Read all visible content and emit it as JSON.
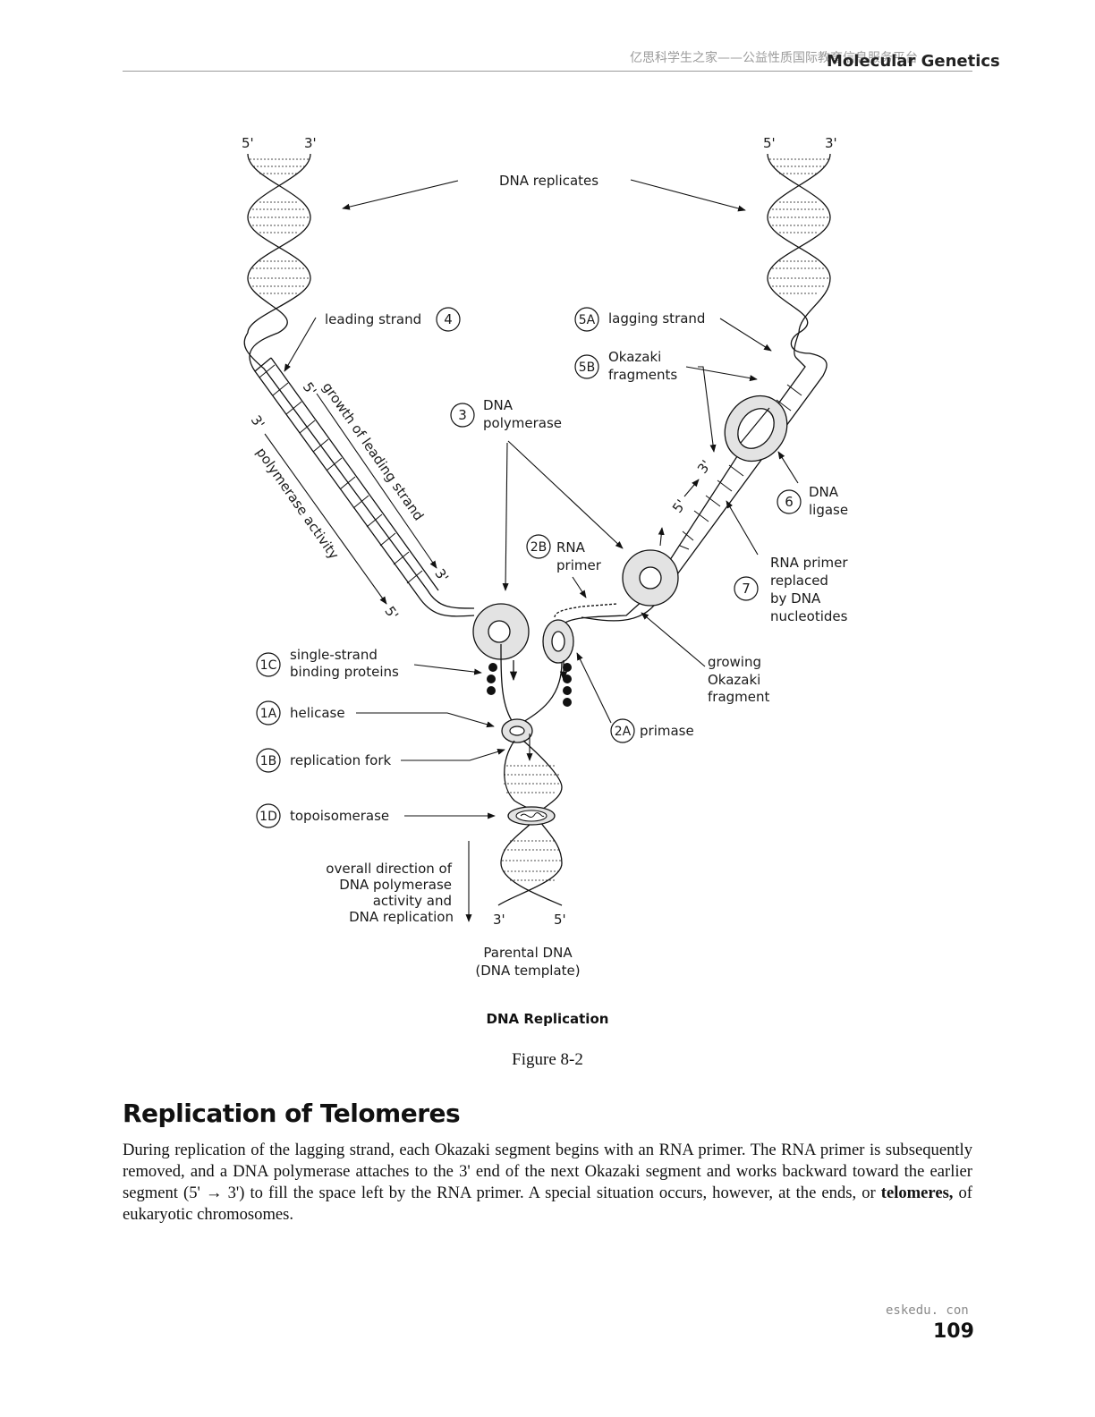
{
  "header": {
    "watermark": "亿思科学生之家——公益性质国际教育信息服务平台",
    "section": "Molecular Genetics"
  },
  "figure": {
    "strand_ends": {
      "top_left_5": "5'",
      "top_left_3": "3'",
      "top_right_5": "5'",
      "top_right_3": "3'",
      "bottom_3": "3'",
      "bottom_5": "5'",
      "lead_5": "5'",
      "lead_3_end": "3'",
      "poly_3": "3'",
      "poly_5_end": "5'",
      "lag_5": "5'",
      "lag_3": "3'"
    },
    "dna_replicates": "DNA replicates",
    "leading_strand": "leading strand",
    "growth_leading": "growth of leading strand",
    "polymerase_activity": "polymerase activity",
    "dna_polymerase": [
      "DNA",
      "polymerase"
    ],
    "lagging_strand": "lagging strand",
    "okazaki": [
      "Okazaki",
      "fragments"
    ],
    "dna_ligase": [
      "DNA",
      "ligase"
    ],
    "rna_primer_2b": [
      "RNA",
      "primer"
    ],
    "rna_primer_replaced": [
      "RNA primer",
      "replaced",
      "by DNA",
      "nucleotides"
    ],
    "growing_okazaki": [
      "growing",
      "Okazaki",
      "fragment"
    ],
    "ssb": [
      "single-strand",
      "binding proteins"
    ],
    "helicase": "helicase",
    "replication_fork": "replication fork",
    "topoisomerase": "topoisomerase",
    "primase": "primase",
    "overall_direction": [
      "overall direction of",
      "DNA polymerase",
      "activity and",
      "DNA replication"
    ],
    "parental": [
      "Parental DNA",
      "(DNA template)"
    ],
    "markers": {
      "m4": "4",
      "m5a": "5A",
      "m5b": "5B",
      "m3": "3",
      "m6": "6",
      "m2b": "2B",
      "m7": "7",
      "m1c": "1C",
      "m1a": "1A",
      "m2a": "2A",
      "m1b": "1B",
      "m1d": "1D"
    },
    "title": "DNA Replication",
    "caption": "Figure 8-2"
  },
  "section_heading": "Replication of Telomeres",
  "paragraph": {
    "text_before": "During replication of the lagging strand, each Okazaki segment begins with an RNA primer. The RNA primer is subsequently removed, and a DNA polymerase attaches to the 3' end of the next Okazaki segment and works backward toward the earlier segment (5' → 3') to fill the space left by the RNA primer. A special situation occurs, however, at the ends, or ",
    "bold_term": "telomeres,",
    "text_after": " of eukaryotic chromosomes."
  },
  "footer": {
    "site": "eskedu. con",
    "page_number": "109"
  }
}
